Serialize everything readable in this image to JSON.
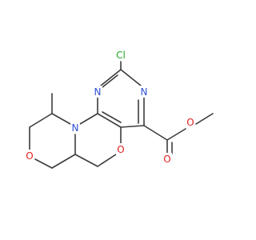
{
  "molecule": {
    "atoms": [
      {
        "id": "Cl",
        "label": "Cl",
        "color": "#22a922"
      },
      {
        "id": "N1",
        "label": "N",
        "color": "#3050d8"
      },
      {
        "id": "N2",
        "label": "N",
        "color": "#3050d8"
      },
      {
        "id": "N3",
        "label": "N",
        "color": "#3050d8"
      },
      {
        "id": "O1",
        "label": "O",
        "color": "#e02020"
      },
      {
        "id": "O2",
        "label": "O",
        "color": "#e02020"
      },
      {
        "id": "O3",
        "label": "O",
        "color": "#e02020"
      },
      {
        "id": "O4",
        "label": "O",
        "color": "#e02020"
      }
    ],
    "bond_color": "#3c3c3c"
  }
}
